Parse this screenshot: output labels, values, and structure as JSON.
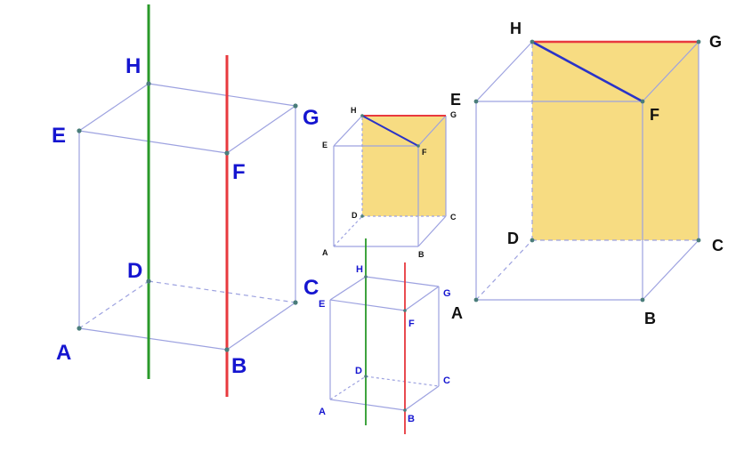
{
  "colors": {
    "edge": "#9da2e0",
    "label_blue": "#1515d0",
    "label_black": "#111111",
    "vertex": "#4a7d7a",
    "green_line": "#2a9a2a",
    "red_line": "#e8393e",
    "face_fill": "#f7dc82",
    "diag_blue": "#2a33c8"
  },
  "figures": {
    "box_left": {
      "labels": {
        "A": "A",
        "B": "B",
        "C": "C",
        "D": "D",
        "E": "E",
        "F": "F",
        "G": "G",
        "H": "H"
      }
    },
    "box_small_top": {
      "labels": {
        "A": "A",
        "B": "B",
        "C": "C",
        "D": "D",
        "E": "E",
        "F": "F",
        "G": "G",
        "H": "H"
      }
    },
    "box_small_bottom": {
      "labels": {
        "A": "A",
        "B": "B",
        "C": "C",
        "D": "D",
        "E": "E",
        "F": "F",
        "G": "G",
        "H": "H"
      }
    },
    "box_right": {
      "labels": {
        "A": "A",
        "B": "B",
        "C": "C",
        "D": "D",
        "E": "E",
        "F": "F",
        "G": "G",
        "H": "H"
      }
    }
  }
}
